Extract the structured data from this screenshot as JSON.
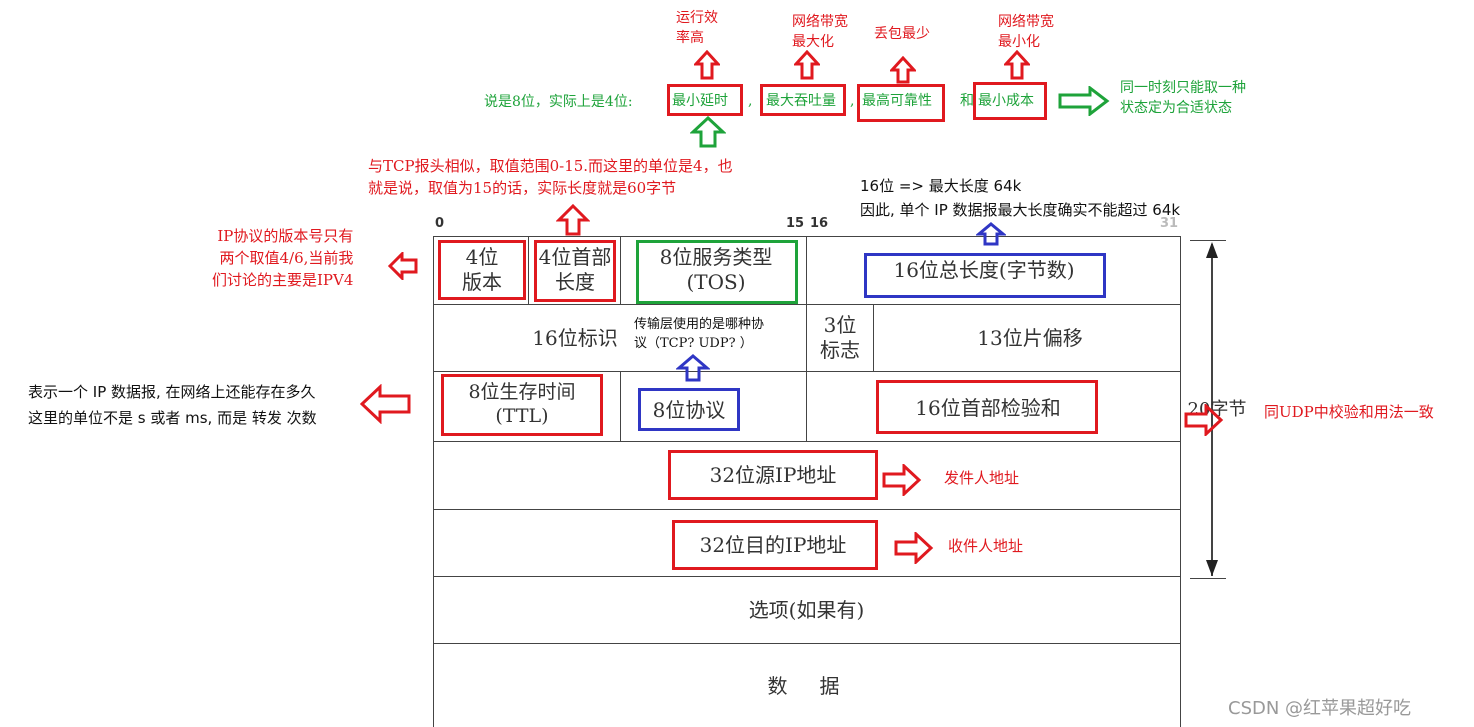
{
  "header": {
    "bit_0": "0",
    "bit_15": "15",
    "bit_16": "16",
    "bit_31": "31"
  },
  "fields": {
    "version": "4位\n版本",
    "header_length": "4位首部\n长度",
    "tos": "8位服务类型\n(TOS)",
    "total_length": "16位总长度(字节数)",
    "identification": "16位标识",
    "flags": "3位\n标志",
    "fragment_offset": "13位片偏移",
    "ttl": "8位生存时间\n(TTL)",
    "protocol": "8位协议",
    "checksum": "16位首部检验和",
    "src_ip": "32位源IP地址",
    "dst_ip": "32位目的IP地址",
    "options": "选项(如果有)",
    "data": "数　据",
    "size_label": "20字节"
  },
  "annotations": {
    "version_note": "IP协议的版本号只有\n两个取值4/6,当前我\n们讨论的主要是IPV4",
    "header_len_note": "与TCP报头相似，取值范围0-15.而这里的单位是4，也\n就是说，取值为15的话，实际长度就是60字节",
    "total_len_note": "16位 => 最大长度 64k\n因此, 单个 IP 数据报最大长度确实不能超过 64k",
    "tos_intro": "说是8位，实际上是4位:",
    "tos_min_delay": "最小延时",
    "tos_max_throughput": "最大吞吐量",
    "tos_max_reliability": "最高可靠性",
    "tos_and": "和",
    "tos_min_cost": "最小成本",
    "tos_sep1": ",",
    "tos_sep2": ",",
    "tos_result": "同一时刻只能取一种\n状态定为合适状态",
    "delay_meaning": "运行效\n率高",
    "throughput_meaning": "网络带宽\n最大化",
    "reliability_meaning": "丢包最少",
    "cost_meaning": "网络带宽\n最小化",
    "protocol_note": "传输层使用的是哪种协\n议（TCP? UDP? ）",
    "ttl_note": "表示一个 IP 数据报, 在网络上还能存在多久\n这里的单位不是 s 或者 ms, 而是 转发 次数",
    "checksum_note": "同UDP中校验和用法一致",
    "src_note": "发件人地址",
    "dst_note": "收件人地址"
  },
  "watermark": "CSDN @红苹果超好吃",
  "colors": {
    "red": "#e0191f",
    "blue": "#2f36c4",
    "green": "#1ea33a"
  }
}
